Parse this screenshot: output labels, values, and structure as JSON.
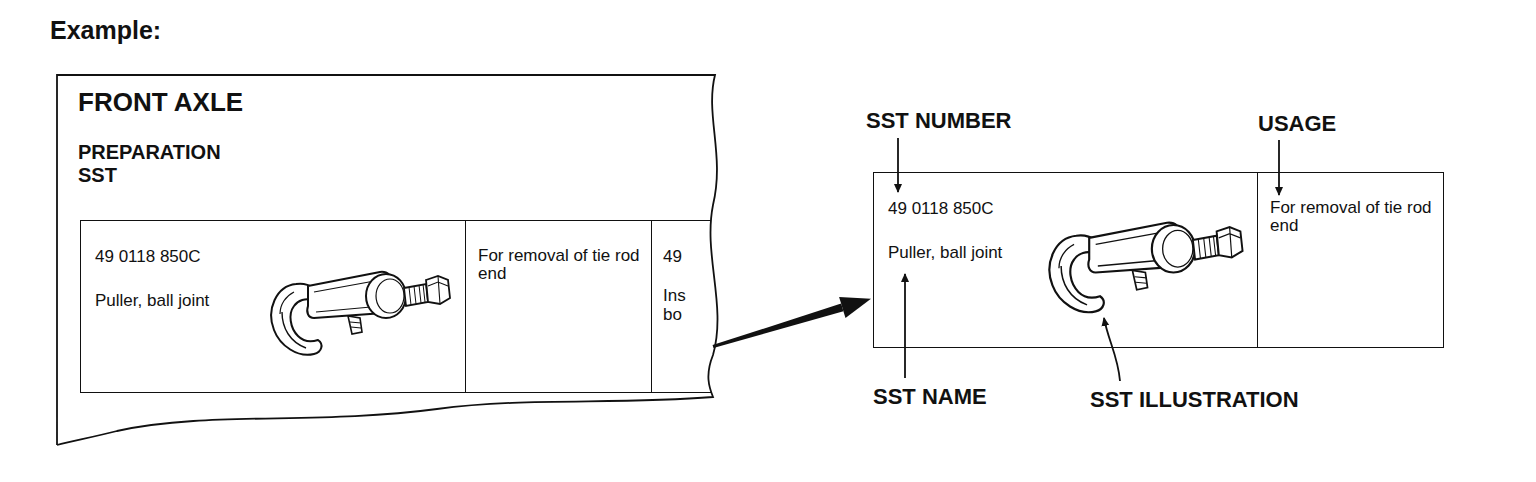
{
  "diagram": {
    "title": "Example:",
    "nodes": [
      {
        "text": [
          "FRONT AXLE",
          "PREPARATION SST"
        ]
      },
      {
        "text": [
          "49 0118 850C",
          "Puller, ball joint"
        ],
        "in": 0
      },
      {
        "text": [
          "For removal of tie rod end"
        ],
        "in": 0
      },
      {
        "text": [
          "49",
          "Ins bo"
        ],
        "in": 0
      },
      {
        "text": [
          "49 0118 850C",
          "Puller, ball joint"
        ]
      },
      {
        "text": [
          "For removal of tie rod end"
        ]
      }
    ],
    "edges": [
      {
        "from": 0,
        "to": 4,
        "arrow": "to"
      }
    ],
    "labels": [
      "SST NUMBER",
      "USAGE",
      "SST NAME",
      "SST ILLUSTRATION"
    ]
  }
}
